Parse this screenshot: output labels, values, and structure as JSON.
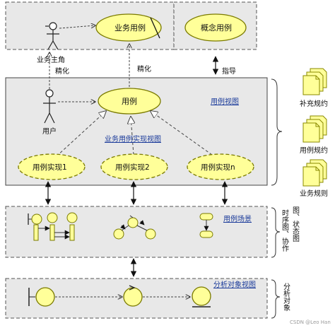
{
  "business": {
    "actor_label": "业务主角",
    "business_usecase": "业务用例",
    "concept_usecase": "概念用例"
  },
  "links": {
    "refine_left": "精化",
    "refine_center": "精化",
    "guide": "指导"
  },
  "usecase_view": {
    "title": "用例视图",
    "actor_label": "用户",
    "usecase": "用例",
    "realization_view_label": "业务用例实现视图",
    "realizations": [
      "用例实现1",
      "用例实现2",
      "用例实现n"
    ]
  },
  "scenario": {
    "title": "用例场景",
    "side_left": "时序图、协作",
    "side_right": "图、状态图"
  },
  "analysis": {
    "title": "分析对象视图",
    "side": "分析对象"
  },
  "sidebar": {
    "items": [
      {
        "label": "补充规约"
      },
      {
        "label": "用例规约"
      },
      {
        "label": "业务规则"
      }
    ]
  },
  "watermark": "CSDN @Leo Han",
  "colors": {
    "ellipse_fill": "#ffff99",
    "ellipse_stroke": "#7a7a00",
    "panel_fill": "#e8e8e8",
    "doc_fill": "#ffff99",
    "link_blue": "#1a3a9a"
  }
}
